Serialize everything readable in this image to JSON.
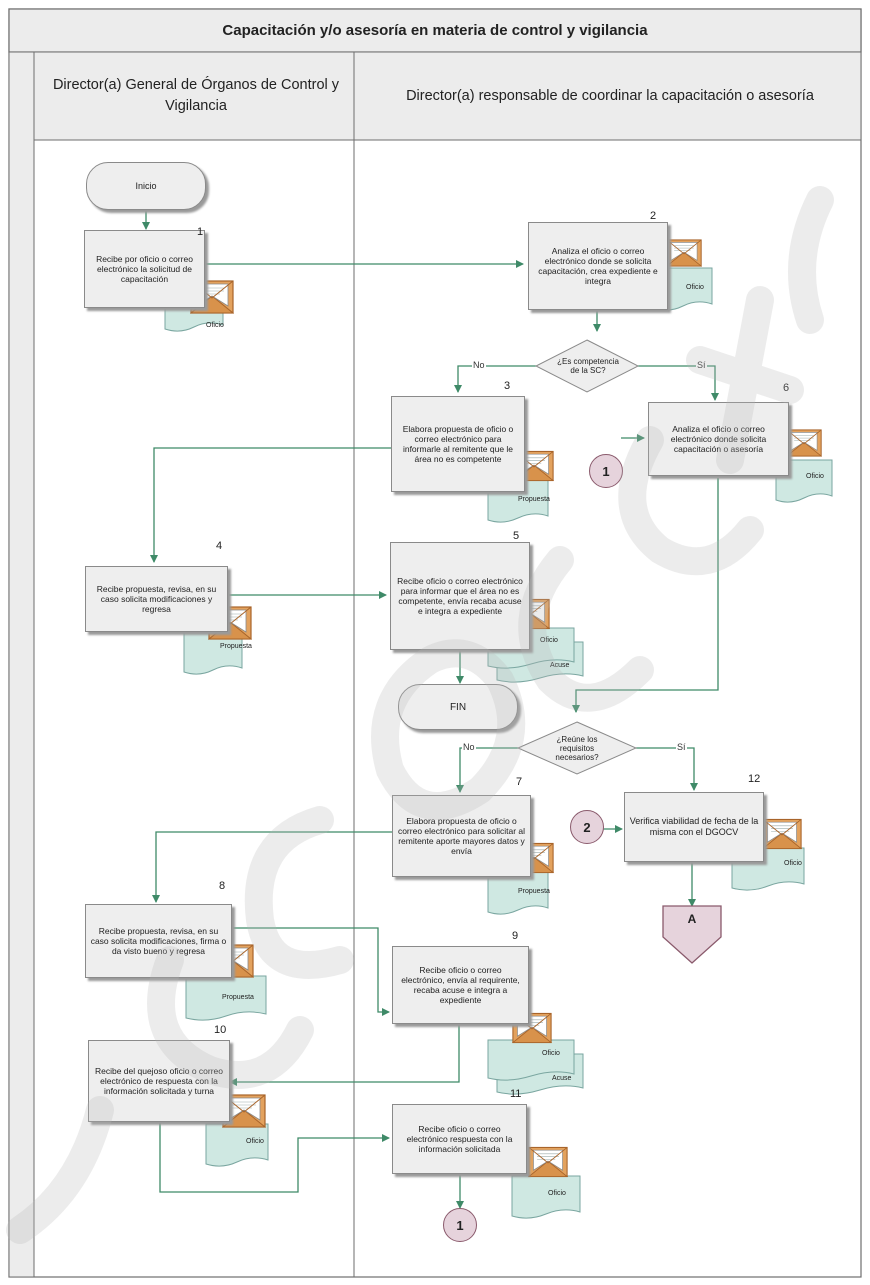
{
  "title": "Capacitación y/o asesoría en materia de control y vigilancia",
  "lanes": [
    {
      "label": "Director(a) General de Órganos de Control y Vigilancia"
    },
    {
      "label": "Director(a) responsable de coordinar la capacitación o asesoría"
    }
  ],
  "start": "Inicio",
  "end": "FIN",
  "steps": [
    {
      "num": "1",
      "text": "Recibe por oficio o correo electrónico la solicitud de capacitación"
    },
    {
      "num": "2",
      "text": "Analiza el oficio o correo electrónico donde se solicita capacitación, crea expediente e integra"
    },
    {
      "num": "3",
      "text": "Elabora propuesta de oficio o correo electrónico para informarle al remitente que le área no es competente"
    },
    {
      "num": "4",
      "text": "Recibe propuesta, revisa, en su caso solicita modificaciones y regresa"
    },
    {
      "num": "5",
      "text": "Recibe oficio o correo electrónico para informar que el área no es competente, envía recaba acuse e integra a expediente"
    },
    {
      "num": "6",
      "text": "Analiza el oficio o correo electrónico donde solicita capacitación o asesoría"
    },
    {
      "num": "7",
      "text": "Elabora propuesta de oficio o correo electrónico para solicitar al remitente aporte mayores datos y envía"
    },
    {
      "num": "8",
      "text": "Recibe propuesta, revisa, en su caso solicita modificaciones, firma o da visto bueno y regresa"
    },
    {
      "num": "9",
      "text": "Recibe oficio o correo electrónico, envía al requirente, recaba acuse e integra a expediente"
    },
    {
      "num": "10",
      "text": "Recibe del quejoso oficio o correo electrónico de respuesta con la información solicitada y turna"
    },
    {
      "num": "11",
      "text": "Recibe oficio o correo electrónico respuesta con la información solicitada"
    },
    {
      "num": "12",
      "text": "Verifica viabilidad de fecha de la misma con el DGOCV"
    }
  ],
  "decisions": [
    {
      "text": "¿Es competencia de la SC?",
      "no": "No",
      "yes": "Sí"
    },
    {
      "text": "¿Reúne los requisitos necesarios?",
      "no": "No",
      "yes": "Sí"
    }
  ],
  "documents": {
    "oficio": "Oficio",
    "propuesta": "Propuesta",
    "acuse": "Acuse"
  },
  "connectors": {
    "one": "1",
    "two": "2",
    "offpage": "A"
  },
  "colors": {
    "box_fill": "#eeeeee",
    "doc_fill": "#cfe8e2",
    "envelope": "#e3a25e",
    "connector_fill": "#e6d3dc",
    "watermark": "#b8b8b8"
  }
}
